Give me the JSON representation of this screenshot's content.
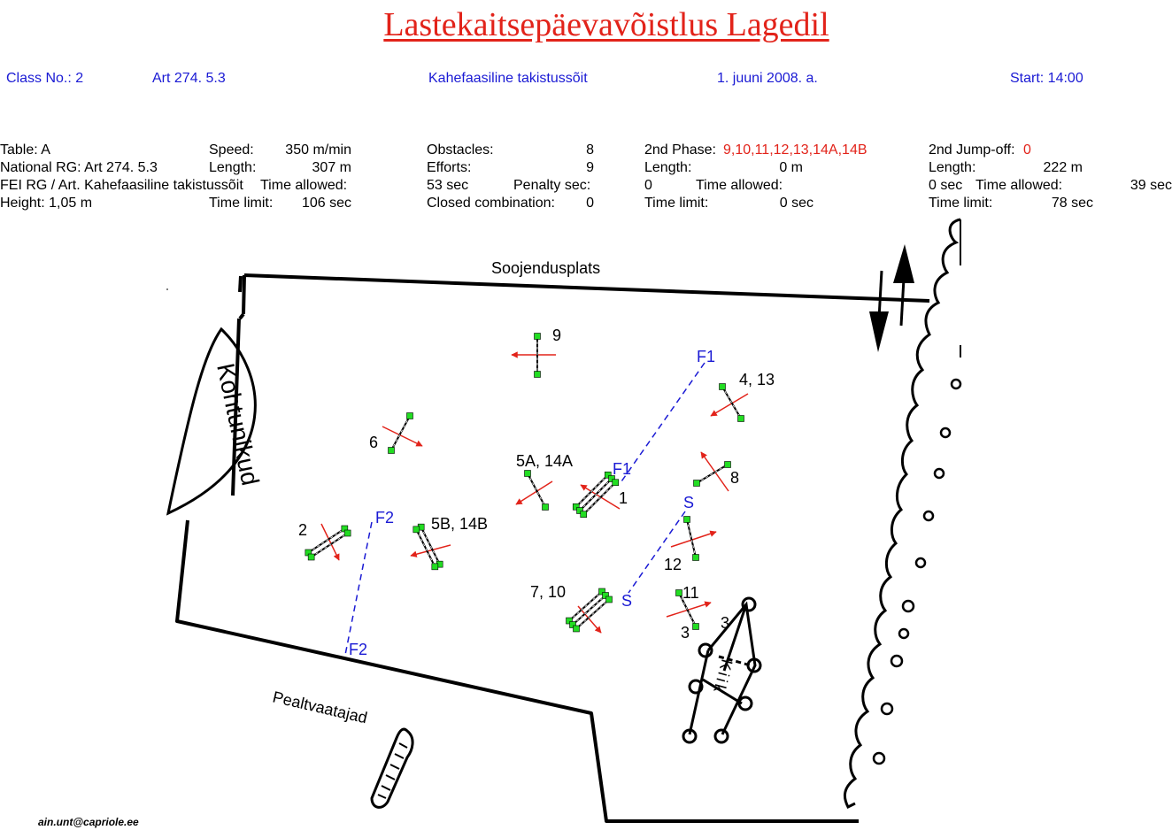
{
  "title": "Lastekaitsepäevavõistlus Lagedil",
  "header": {
    "class_no": "Class No.: 2",
    "art": "Art 274. 5.3",
    "competition_type": "Kahefaasiline takistussõit",
    "date": "1. juuni 2008. a.",
    "start": "Start: 14:00"
  },
  "info": {
    "table": "Table: A",
    "national_rg": "National RG: Art 274. 5.3",
    "fei_rg": "FEI RG / Art. Kahefaasiline takistussõit",
    "height": "Height: 1,05 m",
    "speed_label": "Speed:",
    "speed_value": "350 m/min",
    "length_label": "Length:",
    "length_value": "307 m",
    "time_allowed_label": "Time allowed:",
    "time_limit_label": "Time limit:",
    "time_limit_value": "106 sec",
    "obstacles_label": "Obstacles:",
    "obstacles_value": "8",
    "efforts_label": "Efforts:",
    "efforts_value": "9",
    "time_allowed_value": "53 sec",
    "penalty_label": "Penalty sec:",
    "closed_combination_label": "Closed combination:",
    "closed_combination_value": "0",
    "phase2_label": "2nd Phase:",
    "phase2_value": "9,10,11,12,13,14A,14B",
    "phase2_length_label": "Length:",
    "phase2_length_value": "0 m",
    "penalty_value": "0",
    "phase2_time_allowed_label": "Time allowed:",
    "phase2_time_limit_label": "Time limit:",
    "phase2_time_limit_value": "0 sec",
    "jumpoff_label": "2nd Jump-off:",
    "jumpoff_value": "0",
    "jumpoff_length_label": "Length:",
    "jumpoff_length_value": "222 m",
    "phase2_time_allowed_value": "0 sec",
    "jumpoff_time_allowed_label": "Time allowed:",
    "jumpoff_time_allowed_value": "39 sec",
    "jumpoff_time_limit_label": "Time limit:",
    "jumpoff_time_limit_value": "78 sec"
  },
  "map_labels": {
    "warmup": "Soojendusplats",
    "judges": "Kohtunikud",
    "spectators": "Pealtvaatajad",
    "hill": "Kiik",
    "obstacle_9": "9",
    "obstacle_4_13": "4, 13",
    "obstacle_6": "6",
    "obstacle_5a_14a": "5A, 14A",
    "obstacle_1": "1",
    "obstacle_8": "8",
    "obstacle_2": "2",
    "obstacle_5b_14b": "5B, 14B",
    "obstacle_12": "12",
    "obstacle_7_10": "7, 10",
    "obstacle_11": "11",
    "obstacle_3_lower": "3",
    "obstacle_3_upper": "3",
    "start_upper": "S",
    "start_lower": "S",
    "finish1_top": "F1",
    "finish1_mid": "F1",
    "finish2_top": "F2",
    "finish2_bottom": "F2"
  },
  "footer": {
    "email": "ain.unt@capriole.ee"
  },
  "colors": {
    "title": "#e2231a",
    "header": "#1a1ad4",
    "fence": "#000000",
    "arrow": "#e2231a",
    "pole_end": "#22dd22",
    "lines": "#1a1ad4"
  }
}
